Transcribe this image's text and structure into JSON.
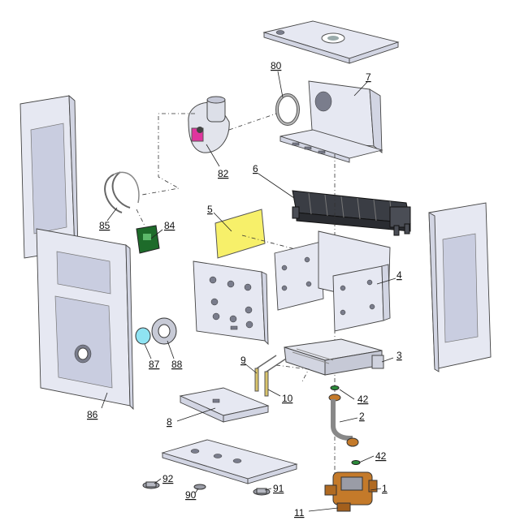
{
  "diagram": {
    "parts": [
      {
        "key": "p1",
        "label": "1"
      },
      {
        "key": "p2",
        "label": "2"
      },
      {
        "key": "p3",
        "label": "3"
      },
      {
        "key": "p4",
        "label": "4"
      },
      {
        "key": "p5",
        "label": "5"
      },
      {
        "key": "p6",
        "label": "6"
      },
      {
        "key": "p7",
        "label": "7"
      },
      {
        "key": "p8",
        "label": "8"
      },
      {
        "key": "p9",
        "label": "9"
      },
      {
        "key": "p10",
        "label": "10"
      },
      {
        "key": "p11",
        "label": "11"
      },
      {
        "key": "p42a",
        "label": "42"
      },
      {
        "key": "p42b",
        "label": "42"
      },
      {
        "key": "p80",
        "label": "80"
      },
      {
        "key": "p82",
        "label": "82"
      },
      {
        "key": "p84",
        "label": "84"
      },
      {
        "key": "p85",
        "label": "85"
      },
      {
        "key": "p86",
        "label": "86"
      },
      {
        "key": "p87",
        "label": "87"
      },
      {
        "key": "p88",
        "label": "88"
      },
      {
        "key": "p90",
        "label": "90"
      },
      {
        "key": "p91",
        "label": "91"
      },
      {
        "key": "p92",
        "label": "92"
      }
    ],
    "colors": {
      "panel": "#e6e8f2",
      "yellow_insulation": "#f7f06a",
      "green_board": "#1d6b2a",
      "magenta_fan": "#e0359e",
      "cyan_gasket": "#8fe3f2",
      "brass_valve": "#c47a2a"
    }
  }
}
